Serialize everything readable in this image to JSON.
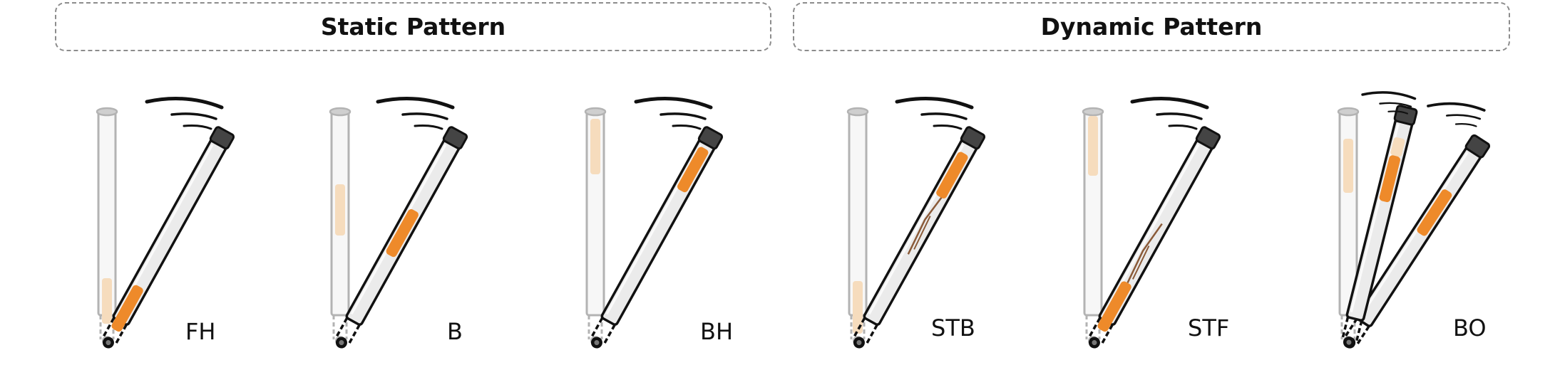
{
  "headers": {
    "static": "Static Pattern",
    "dynamic": "Dynamic Pattern"
  },
  "panels": [
    {
      "label": "FH",
      "group": "static"
    },
    {
      "label": "B",
      "group": "static"
    },
    {
      "label": "BH",
      "group": "static"
    },
    {
      "label": "STB",
      "group": "dynamic"
    },
    {
      "label": "STF",
      "group": "dynamic"
    },
    {
      "label": "BO",
      "group": "dynamic"
    }
  ],
  "colors": {
    "tube_outline": "#a9a9a9",
    "tube_fill": "#f7f7f7",
    "ghost_mark": "#f6dcbd",
    "bat_fill": "#ebebeb",
    "bat_outline": "#111111",
    "bat_cap": "#444444",
    "mark": "#ee8a2a",
    "smear": "#8a5a38"
  }
}
